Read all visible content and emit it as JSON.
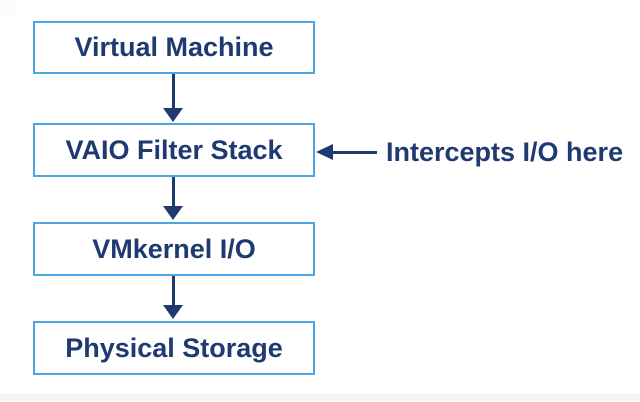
{
  "diagram": {
    "colors": {
      "background": "#ffffff",
      "box_border": "#4ea5e6",
      "box_fill": "#ffffff",
      "text": "#1f3a70",
      "arrow": "#1f3a70"
    },
    "nodes": [
      {
        "label": "Virtual Machine"
      },
      {
        "label": "VAIO Filter Stack"
      },
      {
        "label": "VMkernel I/O"
      },
      {
        "label": "Physical Storage"
      }
    ],
    "connections": [
      {
        "from": "Virtual Machine",
        "to": "VAIO Filter Stack"
      },
      {
        "from": "VAIO Filter Stack",
        "to": "VMkernel I/O"
      },
      {
        "from": "VMkernel I/O",
        "to": "Physical Storage"
      }
    ],
    "annotation": {
      "label": "Intercepts I/O here",
      "points_to": "VAIO Filter Stack"
    }
  }
}
